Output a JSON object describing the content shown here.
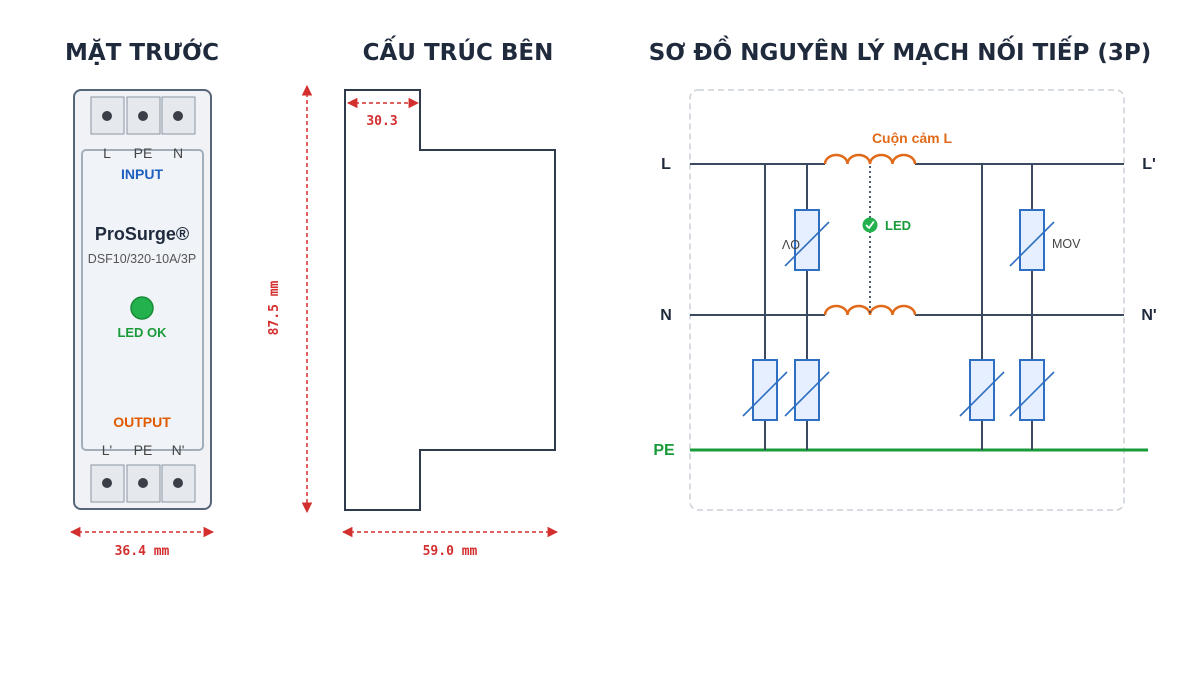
{
  "titles": {
    "front": "MẶT TRƯỚC",
    "side": "CẤU TRÚC BÊN",
    "schematic": "SƠ ĐỒ NGUYÊN LÝ MẠCH NỐI TIẾP (3P)"
  },
  "front": {
    "top_terminals": [
      "L",
      "PE",
      "N"
    ],
    "input_label": "INPUT",
    "brand": "ProSurge®",
    "model": "DSF10/320-10A/3P",
    "led_label": "LED OK",
    "output_label": "OUTPUT",
    "bottom_terminals": [
      "L'",
      "PE",
      "N'"
    ],
    "width_dim": "36.4 mm",
    "height_dim": "87.5 mm"
  },
  "side": {
    "top_dim": "30.3",
    "width_dim": "59.0 mm"
  },
  "schematic": {
    "inductor_label": "Cuộn cảm L",
    "led_label": "LED",
    "mov_label_left": "OV",
    "mov_label_right": "MOV",
    "in_l": "L",
    "in_n": "N",
    "out_l": "L'",
    "out_n": "N'",
    "pe": "PE"
  },
  "colors": {
    "line": "#3b4a60",
    "dimension": "#d32f2f",
    "input": "#1f5fbf",
    "output": "#e05a00",
    "led": "#22b14c",
    "pe": "#1a9b3a",
    "inductor": "#e06a1a",
    "mov_fill": "#e6efff",
    "mov_stroke": "#2f6fc1"
  }
}
